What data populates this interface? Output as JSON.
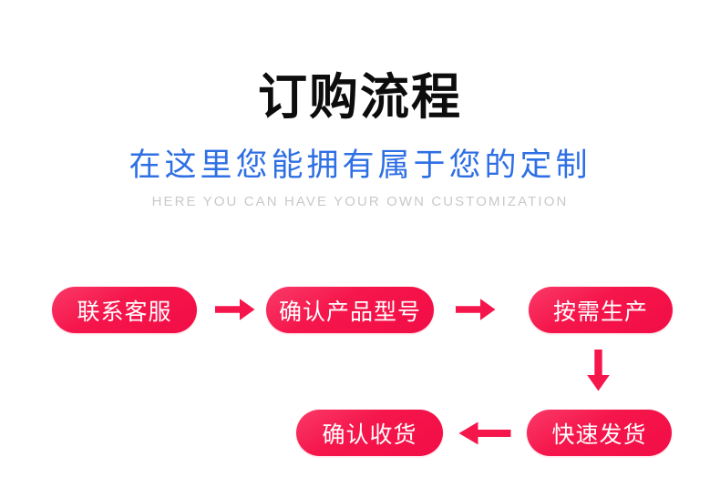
{
  "header": {
    "title": "订购流程",
    "subtitle_cn": "在这里您能拥有属于您的定制",
    "subtitle_en": "HERE YOU CAN HAVE YOUR OWN CUSTOMIZATION"
  },
  "colors": {
    "title": "#0d0d0d",
    "subtitle_blue": "#2f6fe4",
    "subtitle_gray": "#c9c9c9",
    "accent_red": "#f5164b",
    "node_text": "#ffffff",
    "background": "#ffffff"
  },
  "flow": {
    "nodes": [
      {
        "id": "contact",
        "label": "联系客服",
        "row": 1,
        "order": 1
      },
      {
        "id": "confirm-model",
        "label": "确认产品型号",
        "row": 1,
        "order": 2
      },
      {
        "id": "produce",
        "label": "按需生产",
        "row": 1,
        "order": 3
      },
      {
        "id": "fast-ship",
        "label": "快速发货",
        "row": 2,
        "order": 4
      },
      {
        "id": "confirm-receipt",
        "label": "确认收货",
        "row": 2,
        "order": 5
      }
    ],
    "arrows": [
      {
        "id": "arrow-1",
        "direction": "right",
        "from": "contact",
        "to": "confirm-model"
      },
      {
        "id": "arrow-2",
        "direction": "right",
        "from": "confirm-model",
        "to": "produce"
      },
      {
        "id": "arrow-down",
        "direction": "down",
        "from": "produce",
        "to": "fast-ship"
      },
      {
        "id": "arrow-left",
        "direction": "left",
        "from": "fast-ship",
        "to": "confirm-receipt"
      }
    ]
  }
}
